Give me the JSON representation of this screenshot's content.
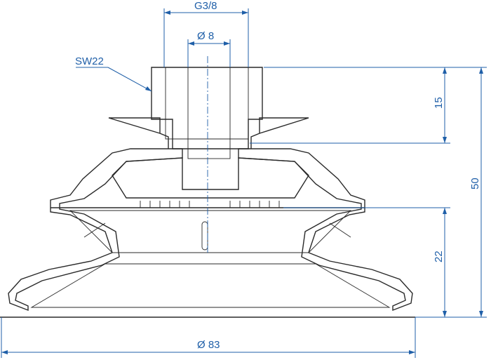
{
  "dimensions": {
    "thread": "G3/8",
    "bore": "Ø 8",
    "wrench": "SW22",
    "thread_height": "15",
    "total_height": "50",
    "lip_height": "22",
    "diameter": "Ø 83"
  },
  "colors": {
    "dimension": "#1f5fa8",
    "outline": "#2a2a2a"
  }
}
